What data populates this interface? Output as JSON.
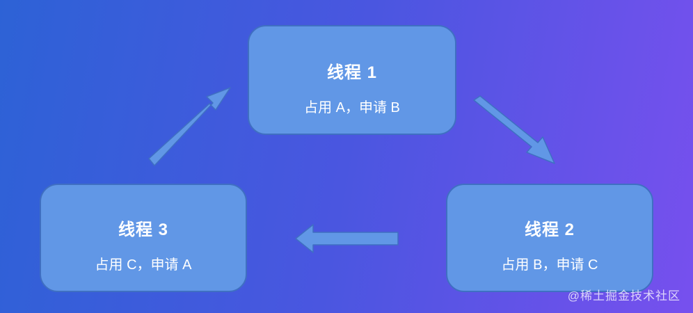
{
  "nodes": [
    {
      "title": "线程 1",
      "desc": "占用 A，申请 B"
    },
    {
      "title": "线程 2",
      "desc": "占用 B，申请 C"
    },
    {
      "title": "线程 3",
      "desc": "占用 C，申请 A"
    }
  ],
  "colors": {
    "node_fill": "#6197e6",
    "node_border": "#3f6fc2",
    "arrow_fill": "#6197e6",
    "arrow_stroke": "#3f6fc2"
  },
  "watermark": "@稀土掘金技术社区"
}
